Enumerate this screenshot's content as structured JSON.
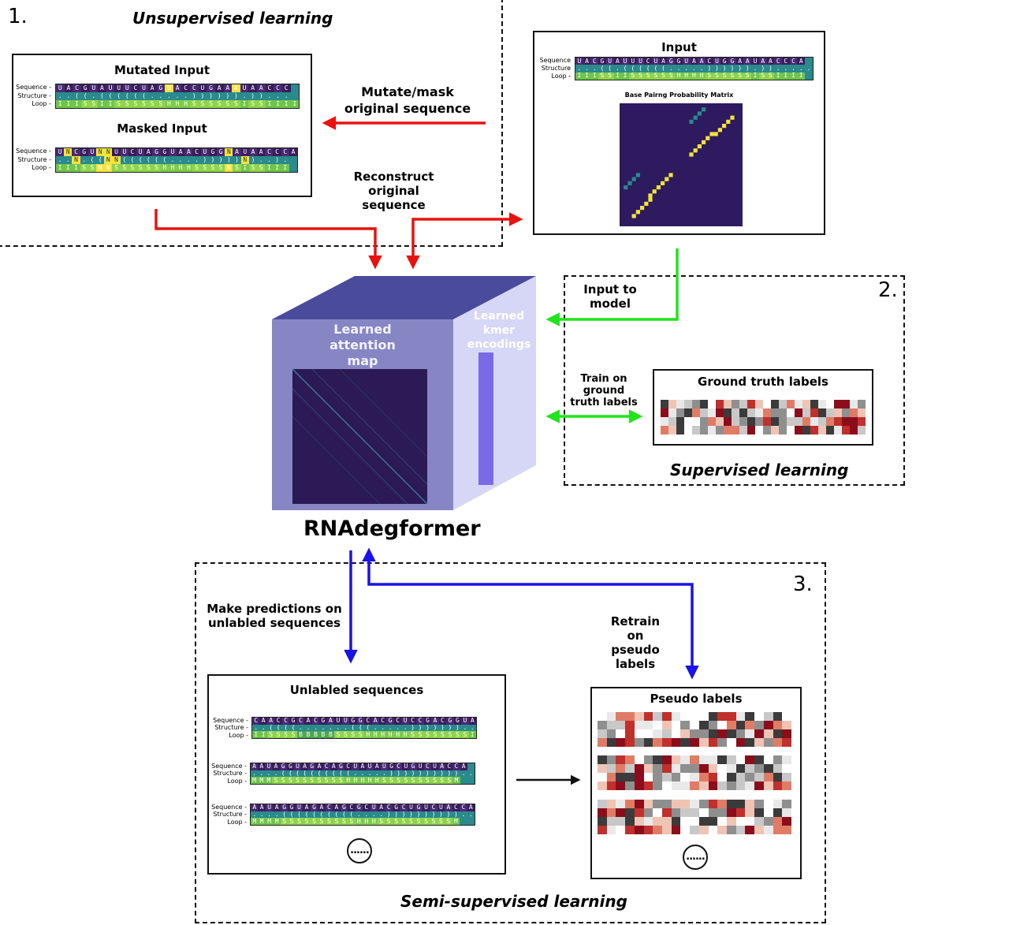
{
  "sections": {
    "unsupervised": {
      "num": "1.",
      "title": "Unsupervised learning"
    },
    "supervised": {
      "num": "2.",
      "title": "Supervised learning"
    },
    "semi": {
      "num": "3.",
      "title": "Semi-supervised learning"
    }
  },
  "panels": {
    "mutated_title": "Mutated Input",
    "masked_title": "Masked Input",
    "input_title": "Input",
    "bpp_title": "Base Pairng Probability Matrix",
    "ground_truth_title": "Ground truth labels",
    "unlabeled_title": "Unlabled sequences",
    "pseudo_title": "Pseudo labels"
  },
  "row_labels": [
    "Sequence",
    "Structure",
    "Loop"
  ],
  "tracks": {
    "input": {
      "seq": "UACGUAUUUCUAGGUAACUGGAAUAACCCA",
      "struct": "...((.((((((.....)))))).)).....",
      "loop": "IIISSIISSSSSSHHHHSSSSSSISSIIII"
    },
    "mutated": {
      "seq": "UACGUAUUUCUAGUACCUGAAAUAACCC",
      "struct": "..((.((((((.....)))))).))...",
      "loop": "IIISSIISSSSSSHHHSSSSSSISSIIII"
    },
    "masked": {
      "seq": "UNCGUNNUUCUAGGUAACUGGNAUAACCCA",
      "struct": "..N.((NN((((((....)))))N)..).",
      "loop": "IIISSNNSSSSSSHHHHSSSSNSISSIII"
    },
    "u1": {
      "seq": "CAACCGCACGAUUGGCACGCUCCGACGGUA",
      "struct": "..((((.......(((.....)))))))..",
      "loop": "IISSSSBBBBBSSSSHHHHHHSSSSSSSSI"
    },
    "u2": {
      "seq": "AAUAGGUAGACAGCUAUAUGCUGUCUACCA",
      "struct": "....((((((((((.....))))))))))..",
      "loop": "MMMSSSSSSSSSSHHHHHSSSSSSSSSSM"
    },
    "u3": {
      "seq": "AAUAGGUAGACAGCGCUACGCUGUCUACCA",
      "struct": "....((((((((((....))))))))))..",
      "loop": "MMMMSSSSSSSSSSHHHSSSSSSSSSSM"
    }
  },
  "labels": {
    "mutate_mask": "Mutate/mask original sequence",
    "reconstruct": "Reconstruct original sequence",
    "input_to_model": "Input  to model",
    "train_on": "Train on ground truth labels",
    "make_predictions": "Make predictions on unlabled sequences",
    "retrain": "Retrain on pseudo labels",
    "attention": "Learned attention map",
    "kmer": "Learned kmer encodings",
    "model_name": "RNAdegformer",
    "ellipsis": "......"
  },
  "colors": {
    "red_arrow": "#e8120f",
    "green_arrow": "#21e41c",
    "blue_arrow": "#1a12e6",
    "cube_front": "#8686c4",
    "cube_top": "#4b4b9c",
    "cube_side": "#d6d6f6",
    "matrix_bg": "#2e1a5e",
    "kmer_strip": "#7a6ae4",
    "label_heat": [
      "#ffffff",
      "#e9e9e9",
      "#c8c8c8",
      "#8f8f8f",
      "#3b3b3b",
      "#f0c4b4",
      "#e07c66",
      "#c0302c",
      "#8b0d1c"
    ]
  }
}
